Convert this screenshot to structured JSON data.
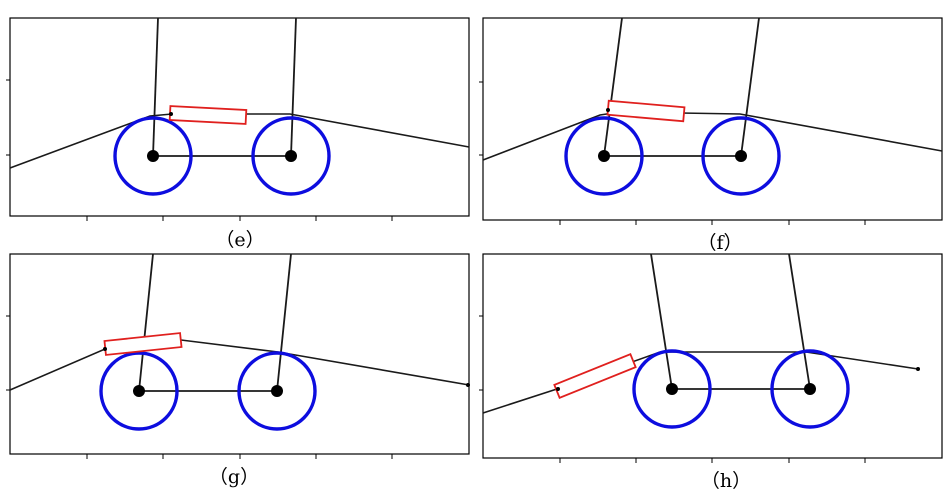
{
  "panels": [
    {
      "id": "e",
      "caption": "（e）"
    },
    {
      "id": "f",
      "caption": "（f）"
    },
    {
      "id": "g",
      "caption": "（g）"
    },
    {
      "id": "h",
      "caption": "（h）"
    }
  ],
  "colors": {
    "wheel": "#0d0ddf",
    "part": "#e0201e",
    "road": "#1a1a1a",
    "frame": "#000000"
  }
}
